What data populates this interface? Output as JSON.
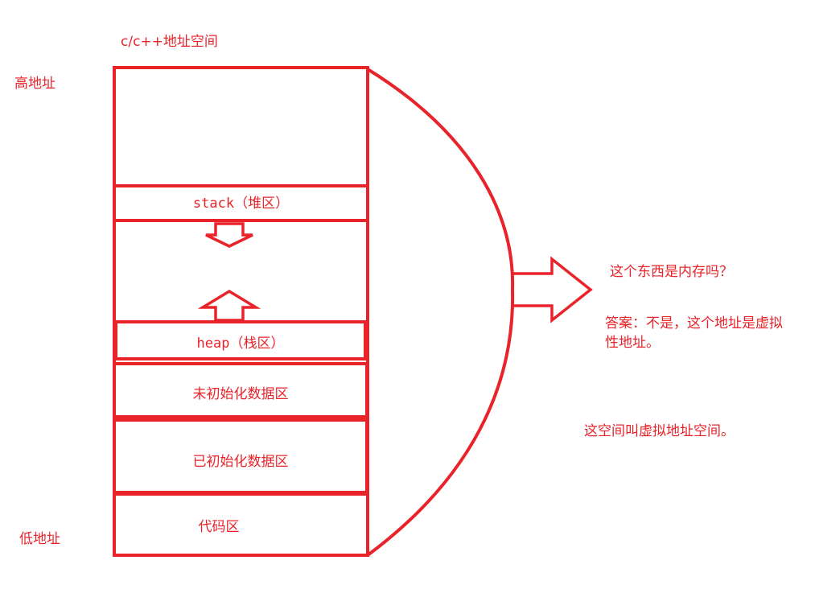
{
  "title": "c/c++地址空间",
  "high_address": "高地址",
  "low_address": "低地址",
  "segments": {
    "stack": "stack（堆区）",
    "heap": "heap（栈区）",
    "bss": "未初始化数据区",
    "data": "已初始化数据区",
    "code": "代码区"
  },
  "question": "这个东西是内存吗？",
  "answer_line1": "答案：不是，这个地址是虚拟",
  "answer_line2": "性地址。",
  "conclusion": "这空间叫虚拟地址空间。",
  "colors": {
    "stroke": "#e8232a",
    "background": "#ffffff"
  }
}
